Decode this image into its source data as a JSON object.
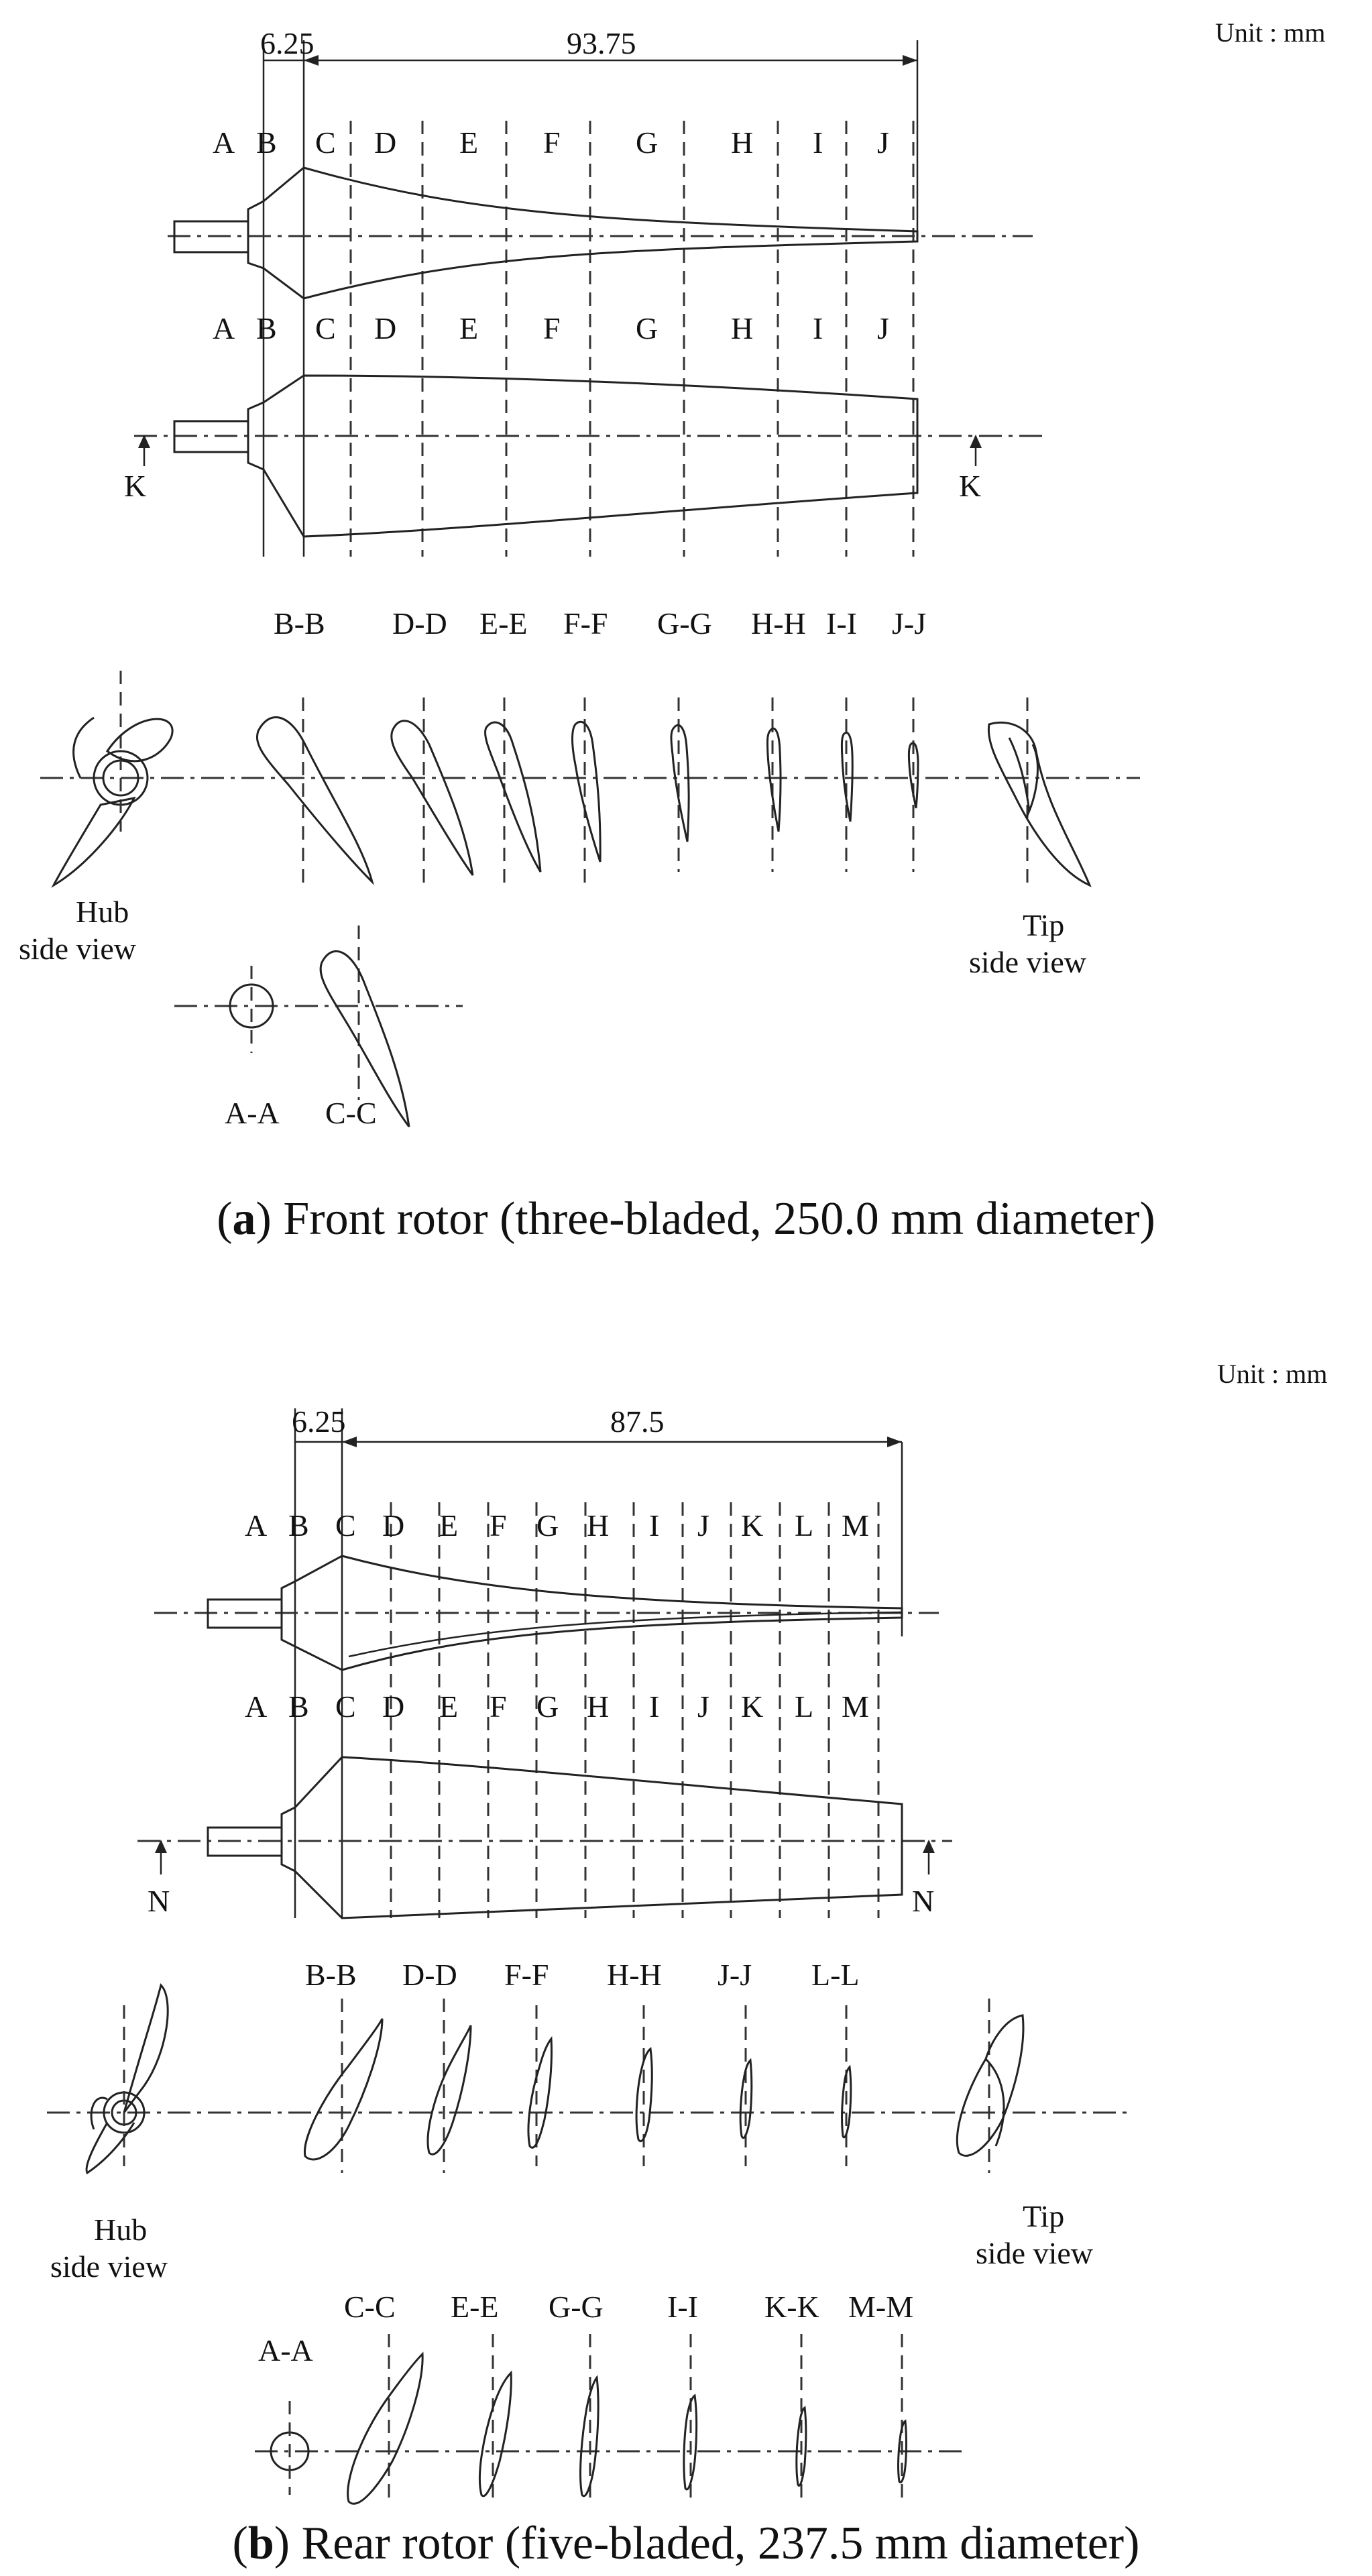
{
  "figure_a": {
    "unit": "Unit : mm",
    "dim_hub": "6.25",
    "dim_span": "93.75",
    "section_letters": [
      "A",
      "B",
      "C",
      "D",
      "E",
      "F",
      "G",
      "H",
      "I",
      "J"
    ],
    "k_label": "K",
    "profile_labels_row1": [
      "B-B",
      "D-D",
      "E-E",
      "F-F",
      "G-G",
      "H-H",
      "I-I",
      "J-J"
    ],
    "hub_view": [
      "Hub",
      "side view"
    ],
    "tip_view": [
      "Tip",
      "side view"
    ],
    "profile_labels_row2": [
      "A-A",
      "C-C"
    ],
    "caption_letter": "a",
    "caption_text": "Front rotor (three-bladed, 250.0 mm diameter)"
  },
  "figure_b": {
    "unit": "Unit : mm",
    "dim_hub": "6.25",
    "dim_span": "87.5",
    "section_letters": [
      "A",
      "B",
      "C",
      "D",
      "E",
      "F",
      "G",
      "H",
      "I",
      "J",
      "K",
      "L",
      "M"
    ],
    "n_label": "N",
    "profile_labels_row1": [
      "B-B",
      "D-D",
      "F-F",
      "H-H",
      "J-J",
      "L-L"
    ],
    "hub_view": [
      "Hub",
      "side view"
    ],
    "tip_view": [
      "Tip",
      "side view"
    ],
    "profile_labels_row2": [
      "C-C",
      "E-E",
      "G-G",
      "I-I",
      "K-K",
      "M-M"
    ],
    "aa_label": "A-A",
    "caption_letter": "b",
    "caption_text": "Rear rotor (five-bladed, 237.5 mm diameter)"
  }
}
